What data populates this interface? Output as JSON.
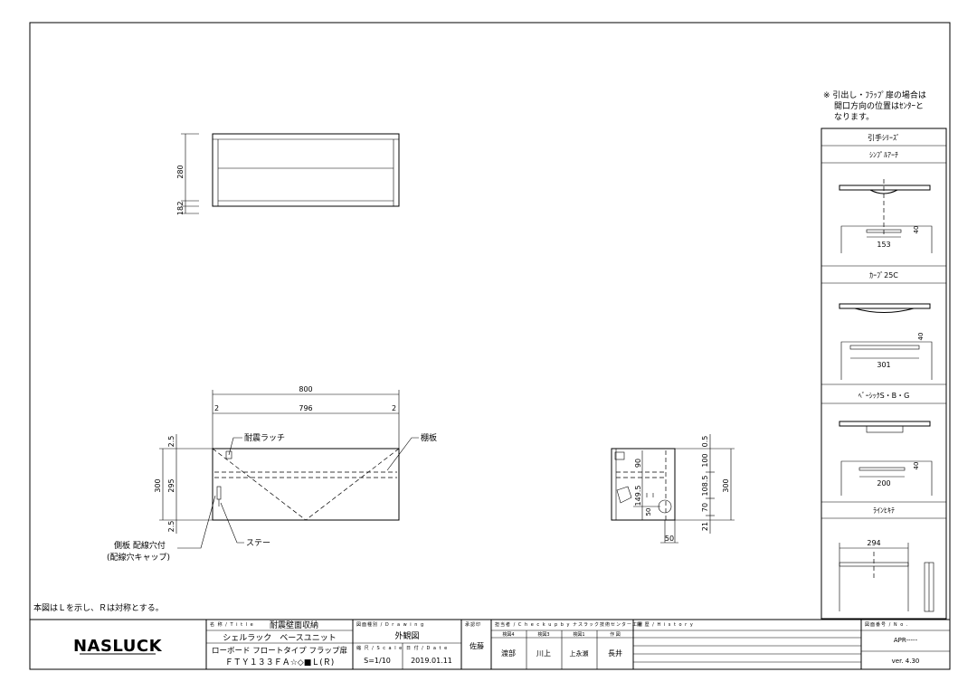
{
  "note_panel": {
    "line1": "※ 引出し・ﾌﾗｯﾌﾟ扉の場合は",
    "line2": "開口方向の位置はｾﾝﾀｰと",
    "line3": "なります。"
  },
  "handle_series": {
    "header": "引手ｼﾘｰｽﾞ",
    "items": [
      {
        "name": "ｼﾝﾌﾟﾙｱｰﾁ",
        "width": "153",
        "height": "40"
      },
      {
        "name": "ｶｰﾌﾞ25C",
        "width": "301",
        "height": "40"
      },
      {
        "name": "ﾍﾞｰｼｯｸS・B・G",
        "width": "200",
        "height": "40"
      },
      {
        "name": "ﾗｲﾝﾋｷﾃ",
        "width": "294"
      }
    ]
  },
  "top_view": {
    "dim_280": "280",
    "dim_2": "2",
    "dim_18": "18"
  },
  "front_view": {
    "overall_width": "800",
    "inner_width": "796",
    "side_left": "2",
    "side_right": "2",
    "height_300": "300",
    "height_295": "295",
    "top_gap": "2.5",
    "bottom_gap": "2.5",
    "label_latch": "耐震ラッチ",
    "label_shelf": "棚板",
    "label_stay": "ステー",
    "label_side_1": "側板 配線穴付",
    "label_side_2": "(配線穴キャップ)"
  },
  "side_view": {
    "d0_5": "0.5",
    "d100": "100",
    "d108_5": "108.5",
    "d70": "70",
    "d21": "21",
    "d300": "300",
    "d90": "90",
    "d149_5": "149.5",
    "d50v": "50",
    "d50h": "50"
  },
  "bottom_note": "本図はＬを示し、Ｒは対称とする。",
  "title_block": {
    "logo": "NASLUCK",
    "title_header": "名 称 / T i t l e",
    "title_main": "耐震壁面収納",
    "title_line2": "シェルラック　ベースユニット",
    "title_line3": "ローボード フロートタイプ フラップ扉",
    "title_line4": "ＦＴＹ１３３ＦＡ☆◇■Ｌ(Ｒ)",
    "drawing_header": "図面種別 / D r a w i n g",
    "drawing_value": "外観図",
    "scale_header": "縮 尺 / S c a l e",
    "scale_value": "S=1/10",
    "date_header": "日 付 / D a t e",
    "date_value": "2019.01.11",
    "drafter_header": "承認印",
    "drafter_value": "佐藤",
    "check_header": "担当者 / C h e c k   u p   b y   ナスラック技術センター工場",
    "checkers": [
      {
        "role": "検図4",
        "name": "渡部"
      },
      {
        "role": "検図3",
        "name": "川上"
      },
      {
        "role": "検図1",
        "name": "上永瀬"
      },
      {
        "role": "作 図",
        "name": "長井"
      }
    ],
    "history_header": "履 歴 / H i s t o r y",
    "number_header": "図面番号 / N o .",
    "number_value": "APR-----",
    "version": "ver. 4.30"
  }
}
